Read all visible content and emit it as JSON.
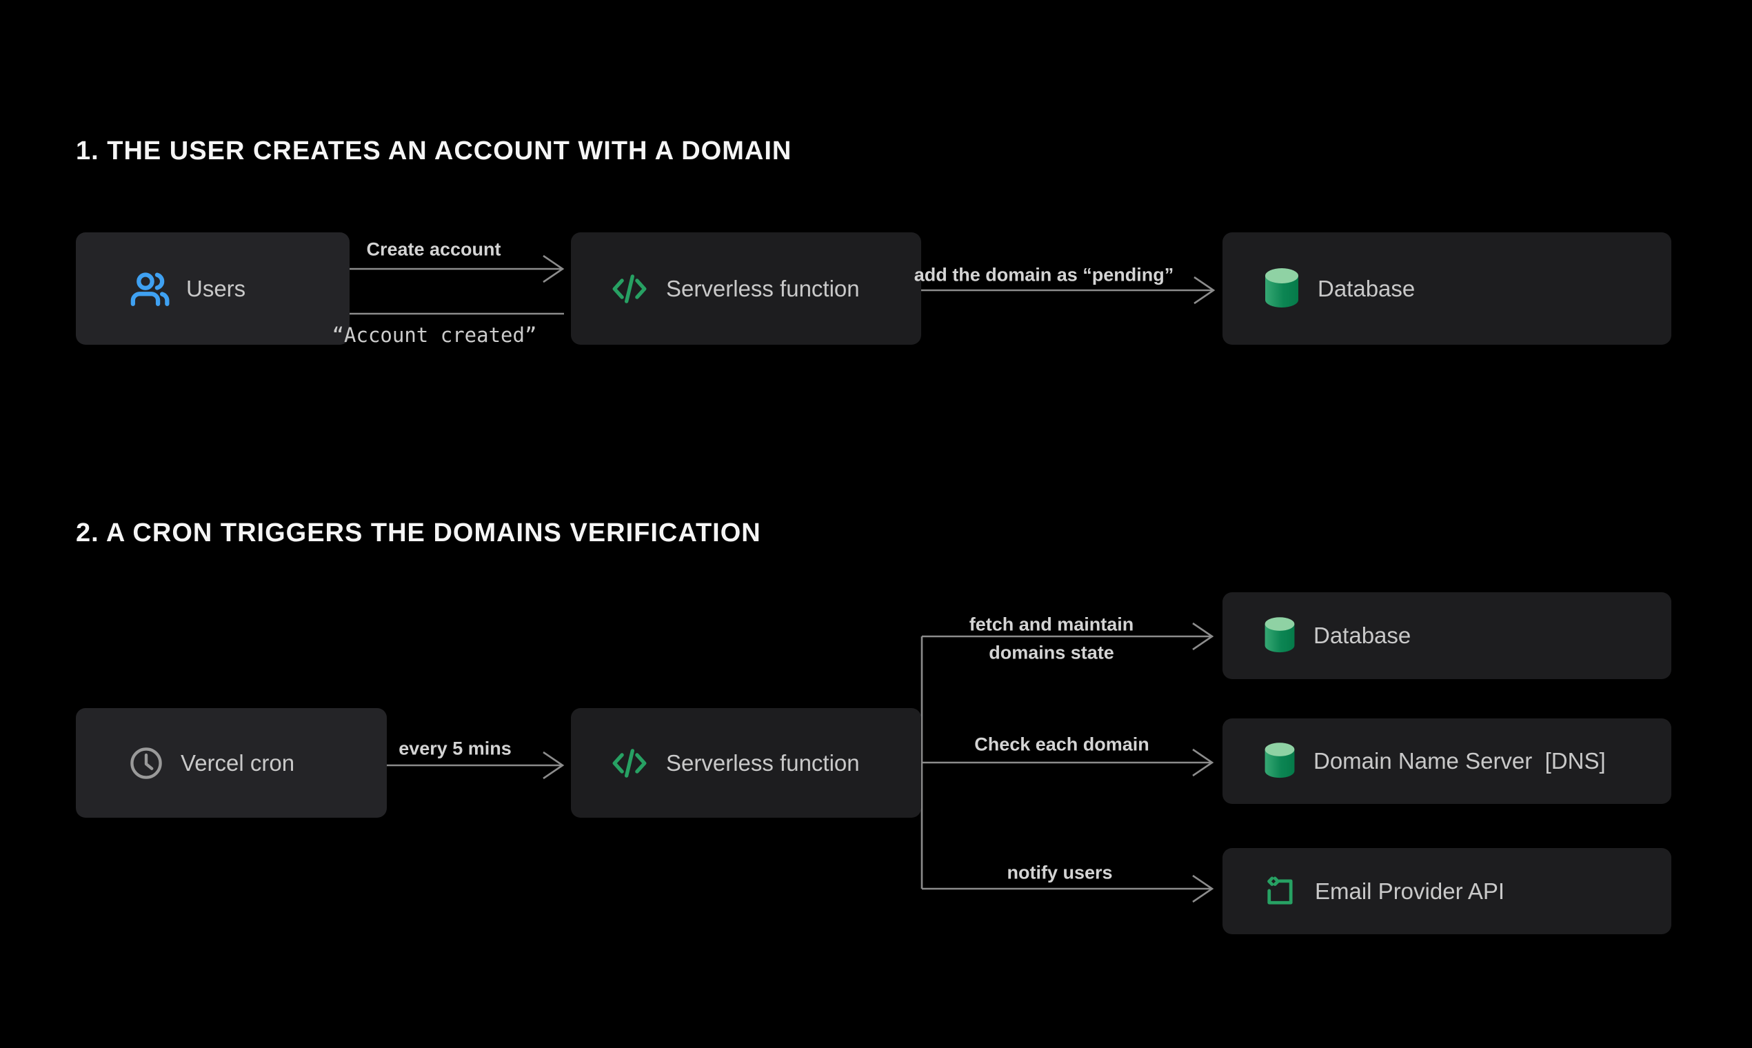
{
  "diagram": {
    "background": "#000000",
    "colors": {
      "node_bg": "#1d1d1f",
      "node_bg_light": "#242427",
      "node_text": "#c9c9c9",
      "title_text": "#f5f5f5",
      "line_gray": "#8c8c8c",
      "edge_label_text": "#d4d4d4",
      "accent_blue": "#3fa1f2",
      "accent_green": "#27a163",
      "db_top_green": "#8fd2a4",
      "db_body_green_light": "#36a873",
      "db_body_green_dark": "#057a49"
    },
    "section1": {
      "title": "1. THE USER CREATES AN ACCOUNT WITH A DOMAIN",
      "nodes": {
        "users": {
          "label": "Users",
          "icon": "users-icon"
        },
        "serverless": {
          "label": "Serverless function",
          "icon": "code-icon"
        },
        "database": {
          "label": "Database",
          "icon": "database-icon"
        }
      },
      "edges": {
        "create_account": "Create account",
        "account_created": "“Account created”",
        "add_pending": "add the domain as “pending”"
      }
    },
    "section2": {
      "title": "2. A CRON TRIGGERS THE DOMAINS VERIFICATION",
      "nodes": {
        "cron": {
          "label": "Vercel cron",
          "icon": "clock-icon"
        },
        "serverless": {
          "label": "Serverless function",
          "icon": "code-icon"
        },
        "database": {
          "label": "Database",
          "icon": "database-icon"
        },
        "dns": {
          "label": "Domain Name Server  [DNS]",
          "icon": "database-icon"
        },
        "email": {
          "label": "Email Provider API",
          "icon": "api-code-icon"
        }
      },
      "edges": {
        "every_5_mins": "every 5 mins",
        "fetch_line1": "fetch and maintain",
        "fetch_line2": "domains state",
        "check_domain": "Check each domain",
        "notify_users": "notify users"
      }
    }
  }
}
